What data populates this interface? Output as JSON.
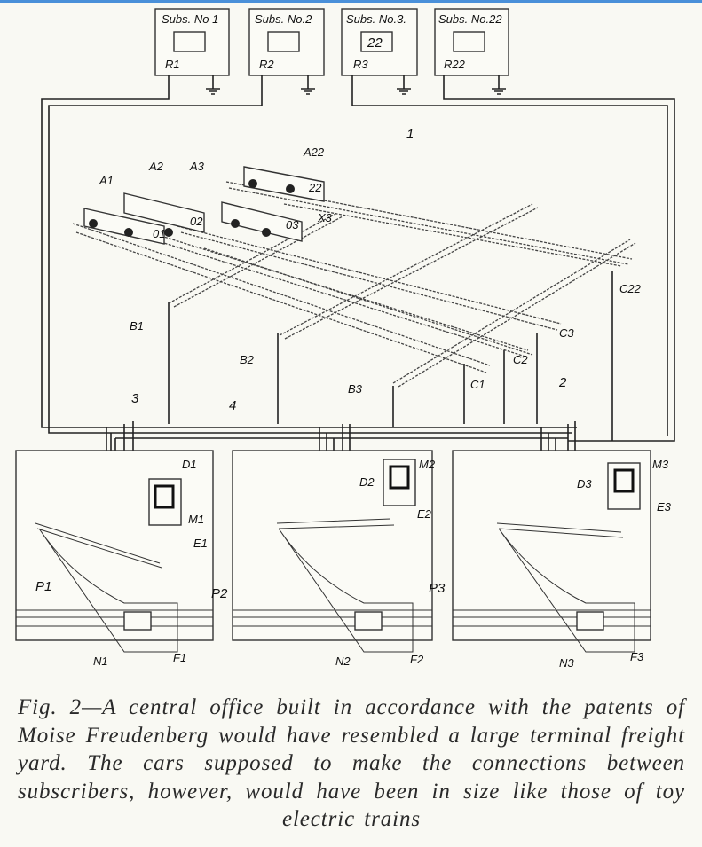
{
  "subscribers": [
    {
      "title": "Subs. No 1",
      "register": "R1",
      "display": ""
    },
    {
      "title": "Subs. No.2",
      "register": "R2",
      "display": ""
    },
    {
      "title": "Subs. No.3.",
      "register": "R3",
      "display": "22"
    },
    {
      "title": "Subs. No.22",
      "register": "R22",
      "display": ""
    }
  ],
  "wires": {
    "w1": "1",
    "w2": "2",
    "w3": "3",
    "w4": "4"
  },
  "cars": {
    "A1": "A1",
    "A2": "A2",
    "A3": "A3",
    "A22": "A22",
    "c01": "01",
    "c02": "02",
    "c03": "03",
    "c22": "22",
    "X3": "X3"
  },
  "tracks": {
    "B1": "B1",
    "B2": "B2",
    "B3": "B3",
    "C1": "C1",
    "C2": "C2",
    "C3": "C3",
    "C22": "C22"
  },
  "panels": [
    {
      "P": "P1",
      "D": "D1",
      "M": "M1",
      "E": "E1",
      "N": "N1",
      "F": "F1"
    },
    {
      "P": "P2",
      "D": "D2",
      "M": "M2",
      "E": "E2",
      "N": "N2",
      "F": "F2"
    },
    {
      "P": "P3",
      "D": "D3",
      "M": "M3",
      "E": "E3",
      "N": "N3",
      "F": "F3"
    }
  ],
  "caption": "Fig. 2—A central office built in accordance with the patents of Moise Freudenberg would have resembled a large terminal freight yard. The cars supposed to make the connections between subscribers, however, would have been in size like those of toy electric trains"
}
